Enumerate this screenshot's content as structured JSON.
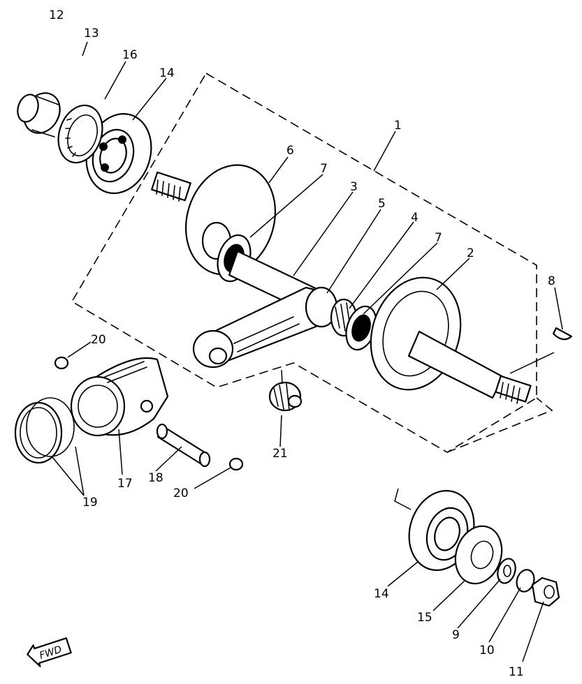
{
  "callouts": {
    "c1": "1",
    "c2": "2",
    "c3": "3",
    "c4": "4",
    "c5": "5",
    "c6": "6",
    "c7a": "7",
    "c7b": "7",
    "c8": "8",
    "c9": "9",
    "c10": "10",
    "c11": "11",
    "c12": "12",
    "c13": "13",
    "c14a": "14",
    "c14b": "14",
    "c15": "15",
    "c16": "16",
    "c17": "17",
    "c18": "18",
    "c19": "19",
    "c20a": "20",
    "c20b": "20",
    "c21": "21"
  },
  "fwd_mark": "FWD"
}
